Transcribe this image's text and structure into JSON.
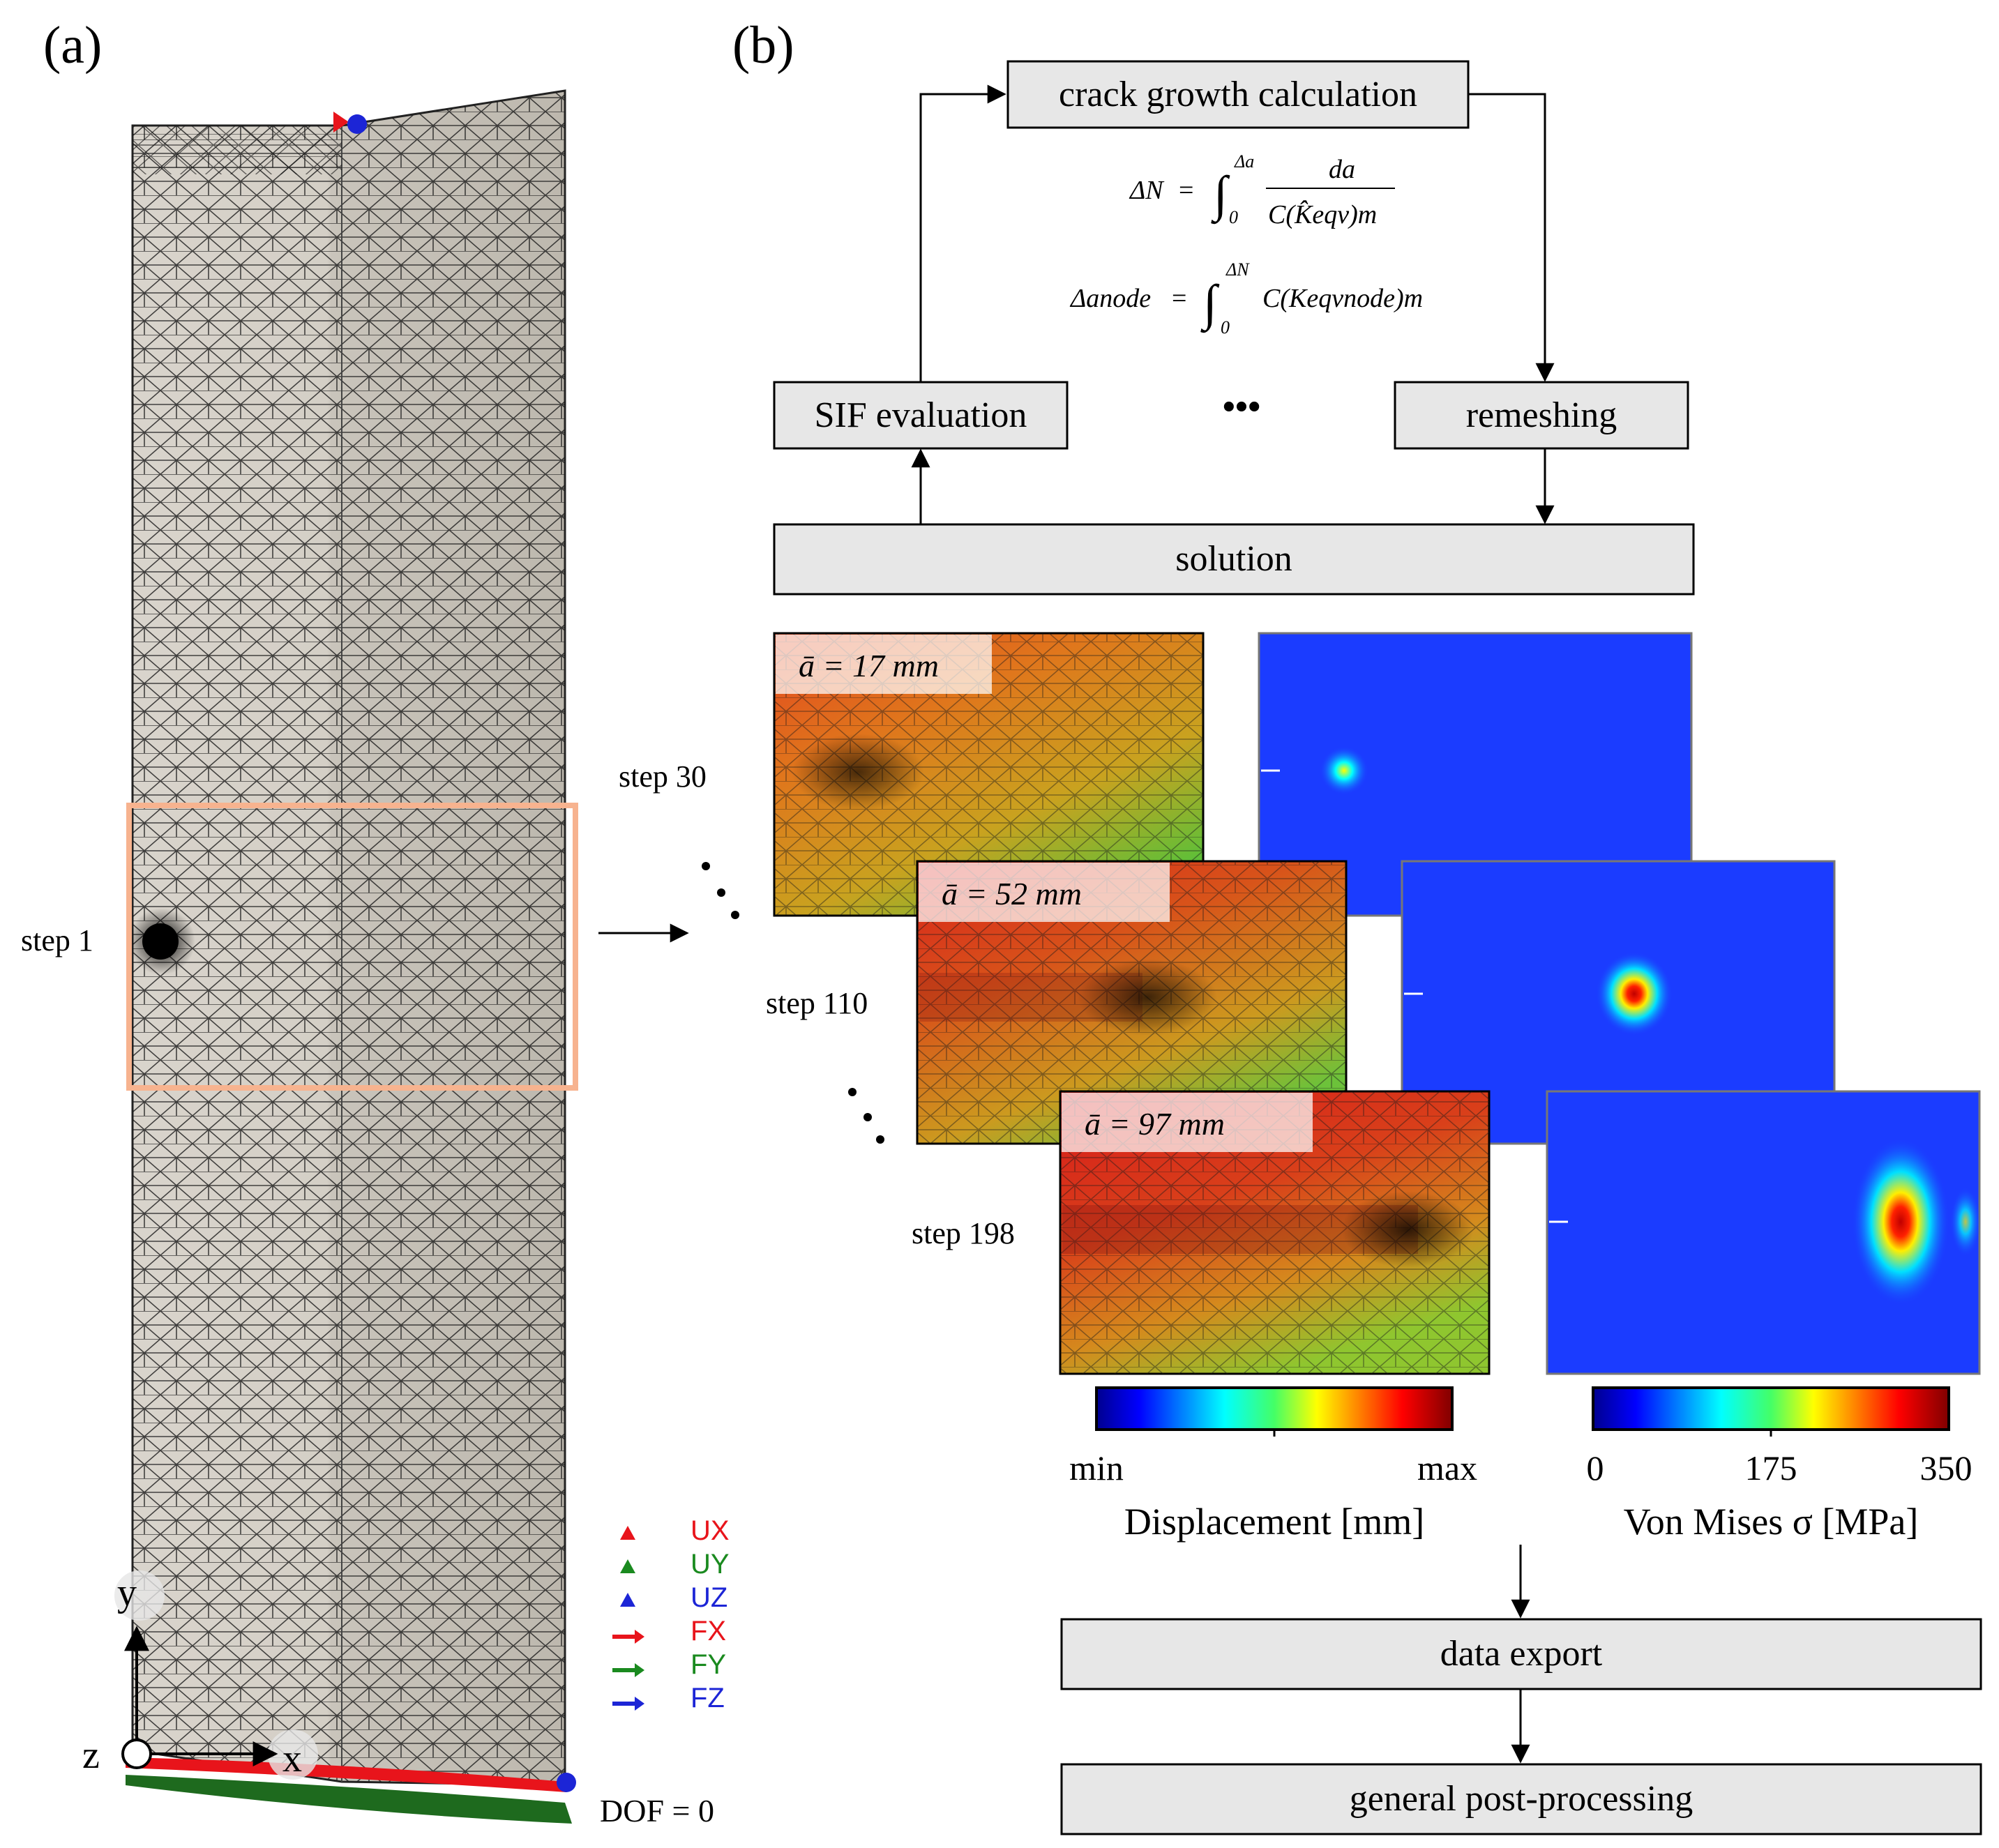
{
  "panel_a": {
    "label": "(a)",
    "step_label": "step 1",
    "dof_label": "DOF = 0",
    "axes": {
      "x": "x",
      "y": "y",
      "z": "z"
    },
    "legend": [
      {
        "text": "UX",
        "color": "#e8141b",
        "shape": "triangle"
      },
      {
        "text": "UY",
        "color": "#1a8a1f",
        "shape": "triangle"
      },
      {
        "text": "UZ",
        "color": "#1c25d6",
        "shape": "triangle"
      },
      {
        "text": "FX",
        "color": "#e8141b",
        "shape": "arrow"
      },
      {
        "text": "FY",
        "color": "#1a8a1f",
        "shape": "arrow"
      },
      {
        "text": "FZ",
        "color": "#1c25d6",
        "shape": "arrow"
      }
    ]
  },
  "panel_b": {
    "label": "(b)",
    "flow": {
      "crack_growth": "crack growth calculation",
      "sif": "SIF evaluation",
      "remeshing": "remeshing",
      "solution": "solution",
      "ellipsis": "•••",
      "data_export": "data export",
      "post_processing": "general post-processing"
    },
    "equations": {
      "eq1_lhs": "ΔN",
      "eq1_integrand_num": "da",
      "eq1_integrand_den": "C(K̂eqv)m",
      "eq1_upper": "Δa",
      "eq1_lower": "0",
      "eq2_lhs": "Δanode",
      "eq2_upper": "ΔN",
      "eq2_lower": "0",
      "eq2_integrand": "C(Kеqvnode)m"
    },
    "steps": [
      {
        "label": "step 30",
        "crack": "ā = 17 mm"
      },
      {
        "label": "step 110",
        "crack": "ā = 52 mm"
      },
      {
        "label": "step 198",
        "crack": "ā = 97 mm"
      }
    ],
    "colorbars": {
      "displacement": {
        "min": "min",
        "max": "max",
        "title": "Displacement [mm]"
      },
      "stress": {
        "ticks": [
          "0",
          "175",
          "350"
        ],
        "title": "Von Mises σ [MPa]"
      }
    }
  }
}
